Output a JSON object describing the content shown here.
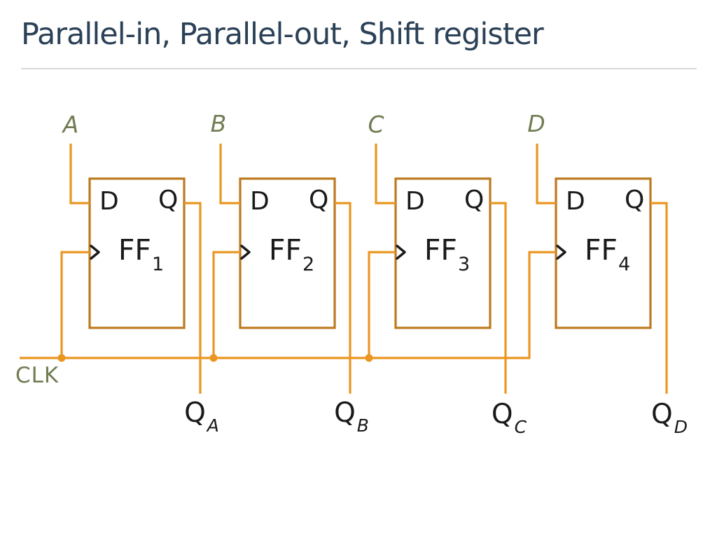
{
  "title": "Parallel-in, Parallel-out, Shift register",
  "clk_label": "CLK",
  "colors": {
    "wire": "#EB9621",
    "box": "#BC7A1E",
    "olive": "#707C52",
    "title": "#2B4157",
    "ink": "#1A1A1A",
    "divider": "#D9D9D9",
    "bg": "#FFFFFF"
  },
  "flipflops": [
    {
      "input": "A",
      "d": "D",
      "q": "Q",
      "name": "FF",
      "sub": "1",
      "out_q": "Q",
      "out_sub": "A"
    },
    {
      "input": "B",
      "d": "D",
      "q": "Q",
      "name": "FF",
      "sub": "2",
      "out_q": "Q",
      "out_sub": "B"
    },
    {
      "input": "C",
      "d": "D",
      "q": "Q",
      "name": "FF",
      "sub": "3",
      "out_q": "Q",
      "out_sub": "C"
    },
    {
      "input": "D",
      "d": "D",
      "q": "Q",
      "name": "FF",
      "sub": "4",
      "out_q": "Q",
      "out_sub": "D"
    }
  ]
}
